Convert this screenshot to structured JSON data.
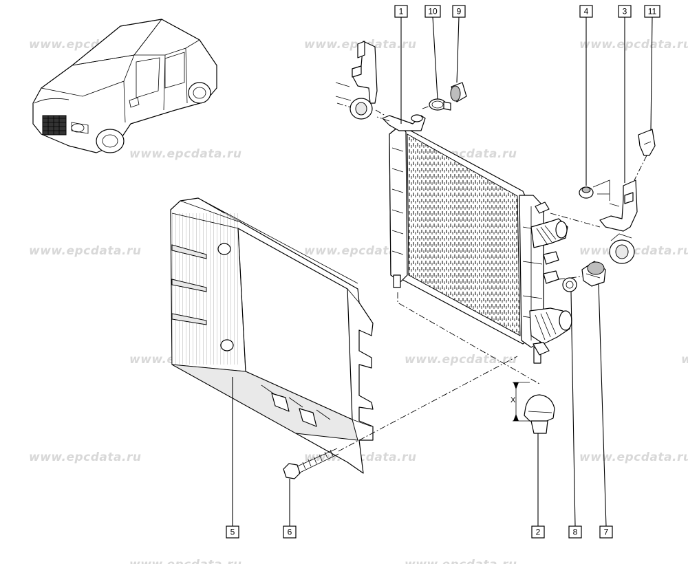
{
  "watermark": "www.epcdata.ru",
  "dimension_label": "X",
  "callouts": [
    {
      "id": "c1",
      "label": "1"
    },
    {
      "id": "c10",
      "label": "10"
    },
    {
      "id": "c9",
      "label": "9"
    },
    {
      "id": "c4",
      "label": "4"
    },
    {
      "id": "c3",
      "label": "3"
    },
    {
      "id": "c11",
      "label": "11"
    },
    {
      "id": "c5",
      "label": "5"
    },
    {
      "id": "c6",
      "label": "6"
    },
    {
      "id": "c2",
      "label": "2"
    },
    {
      "id": "c8",
      "label": "8"
    },
    {
      "id": "c7",
      "label": "7"
    }
  ]
}
